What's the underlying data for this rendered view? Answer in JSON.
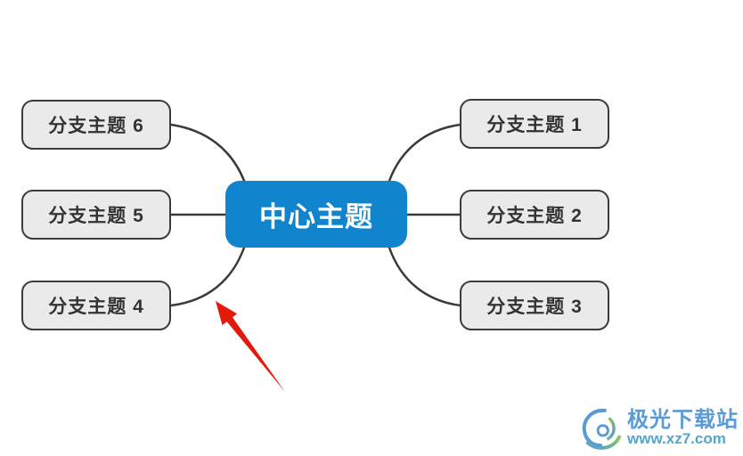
{
  "diagram": {
    "central": {
      "label": "中心主题"
    },
    "branches": [
      {
        "id": 1,
        "label": "分支主题 1"
      },
      {
        "id": 2,
        "label": "分支主题 2"
      },
      {
        "id": 3,
        "label": "分支主题 3"
      },
      {
        "id": 4,
        "label": "分支主题 4"
      },
      {
        "id": 5,
        "label": "分支主题 5"
      },
      {
        "id": 6,
        "label": "分支主题 6"
      }
    ]
  },
  "watermark": {
    "site_name": "极光下载站",
    "site_url": "www.xz7.com"
  },
  "colors": {
    "central_bg": "#1184ce",
    "central_text": "#ffffff",
    "branch_bg": "#eaeaea",
    "branch_border": "#3c3c3c",
    "branch_text": "#333333",
    "connector": "#3a3a3a",
    "arrow_red": "#e4190e",
    "watermark_blue": "#5b9bd5",
    "watermark_teal": "#4fa8cd",
    "watermark_green": "#8cc753"
  }
}
